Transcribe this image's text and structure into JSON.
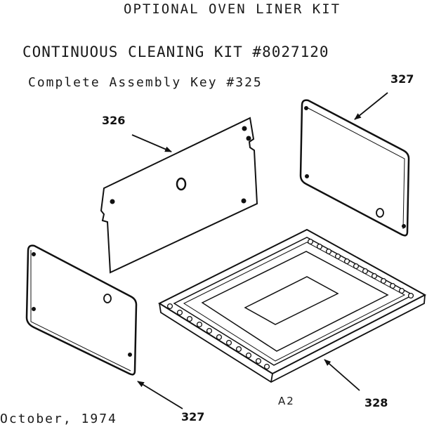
{
  "header": {
    "title": "OPTIONAL OVEN LINER KIT",
    "kit_line": "CONTINUOUS CLEANING KIT #8027120",
    "assembly_key": "Complete Assembly Key #325"
  },
  "footer": {
    "date": "October, 1974",
    "sheet": "A2"
  },
  "callouts": {
    "back_panel": "326",
    "side_panel_right": "327",
    "side_panel_left": "327",
    "bottom_liner": "328"
  }
}
